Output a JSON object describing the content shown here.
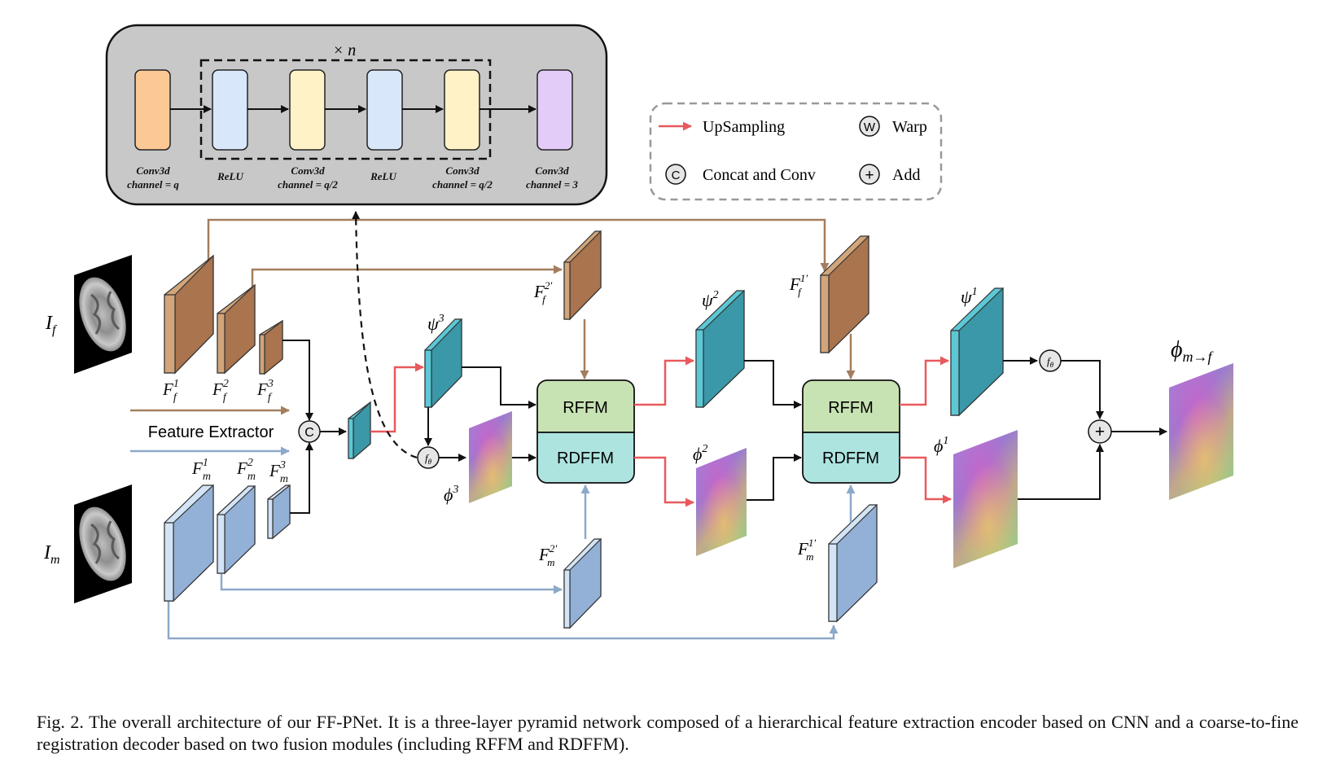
{
  "caption": "Fig. 2.  The overall architecture of our FF-PNet. It is a three-layer pyramid network composed of a hierarchical feature extraction encoder based on CNN and a coarse-to-fine registration decoder based on two fusion modules (including RFFM and RDFFM).",
  "block": {
    "repeat": "× n",
    "layers": [
      {
        "line1": "Conv3d",
        "line2": "channel = q"
      },
      {
        "line1": "ReLU",
        "line2": ""
      },
      {
        "line1": "Conv3d",
        "line2": "channel = q/2"
      },
      {
        "line1": "ReLU",
        "line2": ""
      },
      {
        "line1": "Conv3d",
        "line2": "channel = q/2"
      },
      {
        "line1": "Conv3d",
        "line2": "channel = 3"
      }
    ]
  },
  "legend": {
    "upsampling": "UpSampling",
    "warp_symbol": "W",
    "warp": "Warp",
    "concat_symbol": "C",
    "concat": "Concat and Conv",
    "add_symbol": "+",
    "add": "Add"
  },
  "inputs": {
    "fixed": {
      "base": "I",
      "sub": "f"
    },
    "moving": {
      "base": "I",
      "sub": "m"
    }
  },
  "encoder": {
    "label": "Feature Extractor",
    "ff": [
      {
        "base": "F",
        "sup": "1",
        "sub": "f"
      },
      {
        "base": "F",
        "sup": "2",
        "sub": "f"
      },
      {
        "base": "F",
        "sup": "3",
        "sub": "f"
      }
    ],
    "fm": [
      {
        "base": "F",
        "sup": "1",
        "sub": "m"
      },
      {
        "base": "F",
        "sup": "2",
        "sub": "m"
      },
      {
        "base": "F",
        "sup": "3",
        "sub": "m"
      }
    ]
  },
  "decoder": {
    "ff2p": {
      "base": "F",
      "sup": "2′",
      "sub": "f"
    },
    "fm2p": {
      "base": "F",
      "sup": "2′",
      "sub": "m"
    },
    "ff1p": {
      "base": "F",
      "sup": "1′",
      "sub": "f"
    },
    "fm1p": {
      "base": "F",
      "sup": "1′",
      "sub": "m"
    },
    "psi3": {
      "base": "ψ",
      "sup": "3"
    },
    "psi2": {
      "base": "ψ",
      "sup": "2"
    },
    "psi1": {
      "base": "ψ",
      "sup": "1"
    },
    "phi3": {
      "base": "ϕ",
      "sup": "3"
    },
    "phi2": {
      "base": "ϕ",
      "sup": "2"
    },
    "phi1": {
      "base": "ϕ",
      "sup": "1"
    },
    "output": {
      "base": "ϕ",
      "sub": "m→f"
    },
    "ftheta": {
      "base": "f",
      "sub": "θ"
    },
    "rffm": "RFFM",
    "rdffm": "RDFFM"
  },
  "colors": {
    "brown_front": "#a9744e",
    "brown_top": "#d2a57a",
    "blue_front": "#93b1d6",
    "blue_top": "#d3e4f6",
    "teal_front": "#3a98a8",
    "teal_top": "#5cc8d6",
    "rffm": "#c8e3b3",
    "rdffm": "#ade4e0",
    "upsample": "#e8595c",
    "brown_line": "#a37e5e",
    "blue_line": "#8ca9c8"
  }
}
